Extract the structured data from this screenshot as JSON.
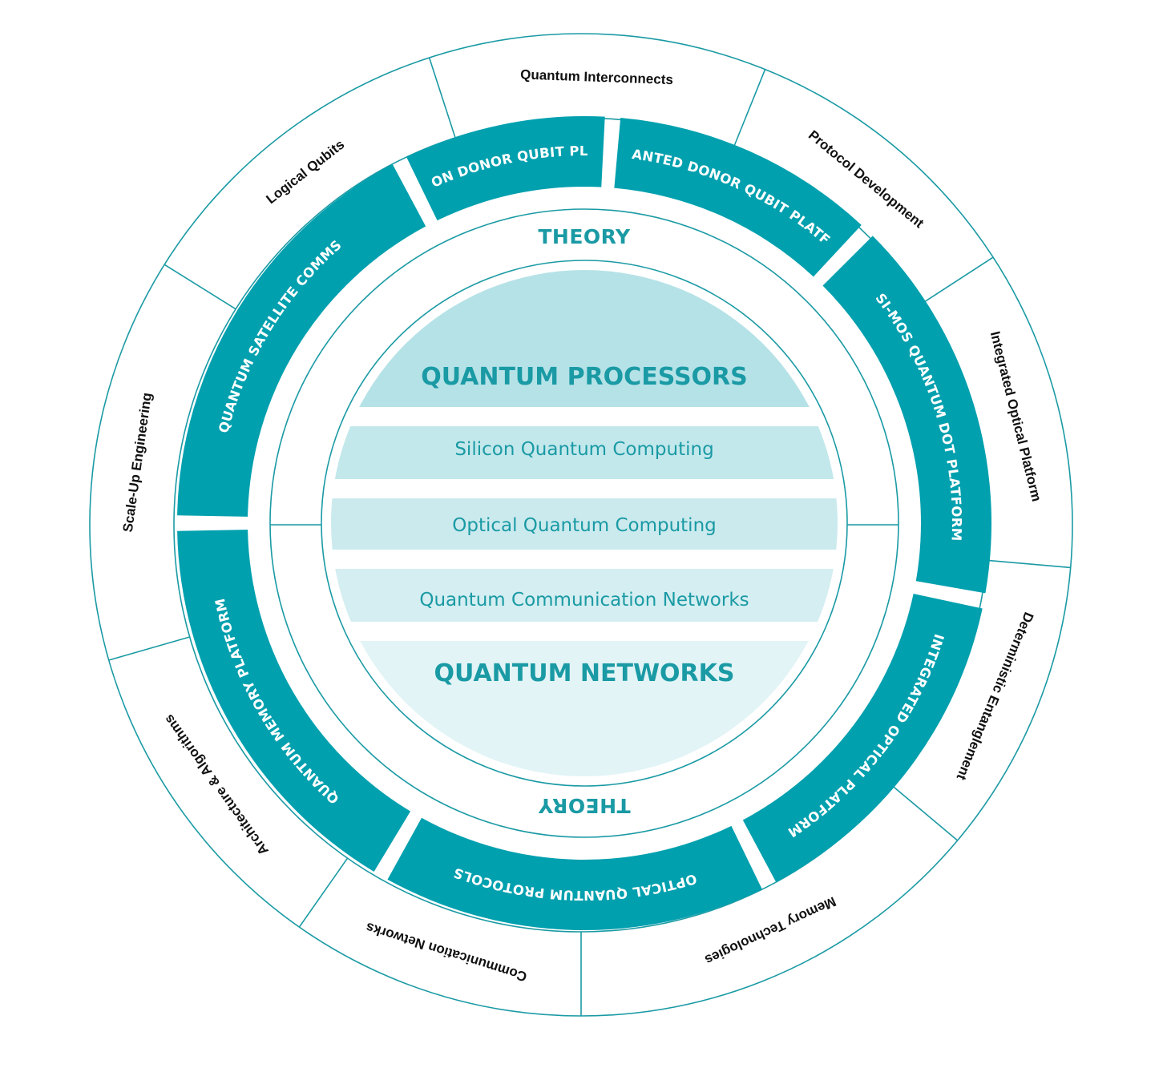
{
  "colors": {
    "teal": "#00a0ae",
    "teal_dark": "#1a9aa4",
    "band_top": "#b5e2e7",
    "band_2": "#c3e8ec",
    "band_3": "#cbeaee",
    "band_4": "#d4eef1",
    "band_bottom": "#e2f4f6",
    "outer_text": "#111111",
    "white": "#ffffff"
  },
  "outer_ring": [
    "Quantum Interconnects",
    "Protocol Development",
    "Integrated Optical Platform",
    "Deterministic Entanglement",
    "Memory Technologies",
    "Communication Networks",
    "Architecture & Algorithms",
    "Scale-Up Engineering",
    "Logical Qubits"
  ],
  "platform_ring": [
    "PRECISION DONOR QUBIT PLATFORM",
    "IMPLANTED DONOR QUBIT PLATFORM",
    "SI-MOS QUANTUM DOT PLATFORM",
    "INTEGRATED OPTICAL PLATFORM",
    "OPTICAL QUANTUM PROTOCOLS",
    "QUANTUM MEMORY PLATFORM",
    "QUANTUM SATELLITE COMMS"
  ],
  "theory": {
    "top": "THEORY",
    "bottom": "THEORY"
  },
  "core": {
    "processors": "QUANTUM PROCESSORS",
    "silicon": "Silicon Quantum Computing",
    "optical": "Optical Quantum Computing",
    "communication": "Quantum Communication Networks",
    "networks": "QUANTUM NETWORKS"
  }
}
